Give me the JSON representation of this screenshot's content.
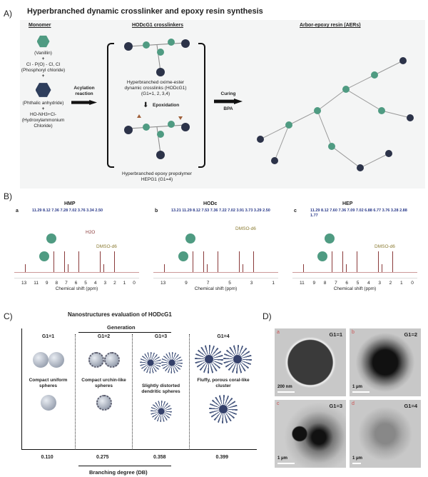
{
  "panelA": {
    "label": "A)",
    "title": "Hyperbranched dynamic crosslinker and epoxy resin synthesis",
    "monomer_header": "Monomer",
    "crosslinker_header": "HODcG1 crosslinkers",
    "resin_header": "Arbor-epoxy resin (AERs)",
    "reagents": [
      "(Vanillin)",
      "Cl - P(O) - Cl, Cl",
      "(Phosphoryl chloride)",
      "(Phthalic anhydride)",
      "HO-NH3+Cl-",
      "(Hydroxylammonium Chloride)"
    ],
    "plus": "+",
    "arrow1": "Acylation reaction",
    "crosslinker_caption": "Hyperbranched oxime-ester dynamic crosslinks (HODcG1) (G1=1, 2, 3,4)",
    "epoxidation": "Epoxidation",
    "prepolymer_caption": "Hyperbranched epoxy prepolymer HEPG1 (G1=4)",
    "arrow2_top": "Curing",
    "arrow2_bottom": "BPA"
  },
  "panelB": {
    "label": "B)",
    "axis_label": "Chemical shift (ppm)",
    "spectra": [
      {
        "letter": "a",
        "title": "HMP",
        "peaks": "11.29 8.12 7.36 7.28 7.02 3.76 3.34 2.50",
        "solvent": "DMSO-d6",
        "extra": "H2O",
        "ticks": [
          "13",
          "11",
          "9",
          "8",
          "7",
          "6",
          "5",
          "4",
          "3",
          "2",
          "1",
          "0"
        ]
      },
      {
        "letter": "b",
        "title": "HODc",
        "peaks": "13.21 11.29 8.12 7.53 7.36 7.22 7.02 3.91 3.73 3.29 2.50",
        "solvent": "DMSO-d6",
        "ticks": [
          "13",
          "9",
          "7",
          "5",
          "3",
          "1"
        ]
      },
      {
        "letter": "c",
        "title": "HEP",
        "peaks": "11.29 8.12 7.60 7.36 7.09 7.02 6.88 6.77 3.76 3.28 2.88 1.77",
        "solvent": "DMSO-d6",
        "ticks": [
          "11",
          "9",
          "8",
          "7",
          "6",
          "5",
          "4",
          "3",
          "2",
          "1",
          "0"
        ]
      }
    ]
  },
  "panelC": {
    "label": "C)",
    "title": "Nanostructures evaluation of HODcG1",
    "top_axis": "Generation",
    "bottom_axis": "Branching degree (DB)",
    "columns": [
      {
        "gen": "G1=1",
        "desc": "Compact uniform spheres",
        "db": "0.110"
      },
      {
        "gen": "G1=2",
        "desc": "Compact urchin-like spheres",
        "db": "0.275"
      },
      {
        "gen": "G1=3",
        "desc": "Slightly distorted dendritic spheres",
        "db": "0.358"
      },
      {
        "gen": "G1=4",
        "desc": "Fluffy, porous coral-like cluster",
        "db": "0.399"
      }
    ]
  },
  "panelD": {
    "label": "D)",
    "images": [
      {
        "letter": "a",
        "gen": "G1=1",
        "scale": "200 nm"
      },
      {
        "letter": "b",
        "gen": "G1=2",
        "scale": "1 μm"
      },
      {
        "letter": "c",
        "gen": "G1=3",
        "scale": "1 μm"
      },
      {
        "letter": "d",
        "gen": "G1=4",
        "scale": "1 μm"
      }
    ]
  }
}
